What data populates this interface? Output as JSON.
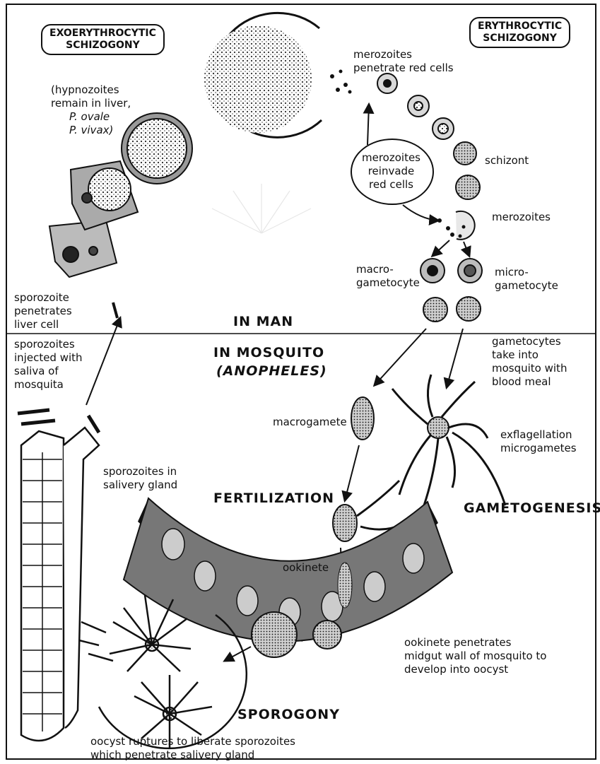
{
  "sections": {
    "exoerythrocytic": [
      "EXOERYTHROCYTIC",
      "SCHIZOGONY"
    ],
    "erythrocytic": [
      "ERYTHROCYTIC",
      "SCHIZOGONY"
    ]
  },
  "hosts": {
    "man": "IN MAN",
    "mosquito": "IN MOSQUITO",
    "mosquito_genus": "(ANOPHELES)"
  },
  "stages": {
    "fertilization": "FERTILIZATION",
    "gametogenesis": "GAMETOGENESIS",
    "sporogony": "SPOROGONY"
  },
  "labels": {
    "merozoites_penetrate": [
      "merozoites",
      "penetrate red cells"
    ],
    "merozoites_reinvade": [
      "merozoites",
      "reinvade",
      "red cells"
    ],
    "schizont": "schizont",
    "merozoites": "merozoites",
    "macrogametocyte": [
      "macro-",
      "gametocyte"
    ],
    "microgametocyte": [
      "micro-",
      "gametocyte"
    ],
    "hypnozoites_1": "(hypnozoites",
    "hypnozoites_2": "remain in liver,",
    "hypnozoites_3": "P. ovale",
    "hypnozoites_4": "P. vivax)",
    "sporozoite_penetrates": [
      "sporozoite",
      "penetrates",
      "liver cell"
    ],
    "sporozoites_injected": [
      "sporozoites",
      "injected with",
      "saliva of",
      "mosquita"
    ],
    "gametocytes_taken": [
      "gametocytes",
      "take into",
      "mosquito with",
      "blood meal"
    ],
    "macrogamete": "macrogamete",
    "exflagellation": [
      "exflagellation",
      "microgametes"
    ],
    "sporozoites_gland": [
      "sporozoites in",
      "salivery gland"
    ],
    "ookinete": "ookinete",
    "ookinete_penetrates": [
      "ookinete penetrates",
      "midgut wall of mosquito to",
      "develop into oocyst"
    ],
    "oocyst_ruptures": [
      "oocyst ruptures to liberate sporozoites",
      "which penetrate salivery gland"
    ]
  }
}
